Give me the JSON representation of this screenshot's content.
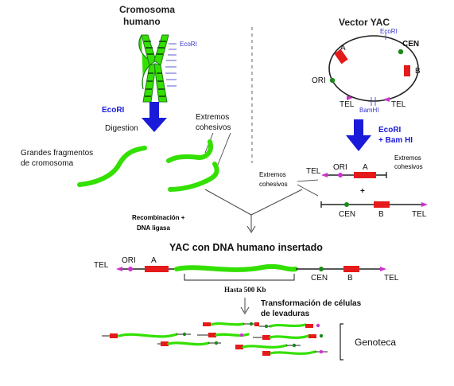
{
  "left": {
    "title_line1": "Cromosoma",
    "title_line2": "humano",
    "ecori_site": "EcoRI",
    "arrow_label": "EcoRI",
    "digestion": "Digestion",
    "fragments_line1": "Grandes fragmentos",
    "fragments_line2": "de cromosoma",
    "sticky_line1": "Extremos",
    "sticky_line2": "cohesivos"
  },
  "right": {
    "title": "Vector YAC",
    "ecori_site": "EcoRI",
    "bamhi_site": "BamHI",
    "label_a": "A",
    "label_cen": "CEN",
    "label_b": "B",
    "label_ori": "ORI",
    "label_tel_left": "TEL",
    "label_tel_right": "TEL",
    "arrow_line1": "EcoRI",
    "arrow_line2": "+ Bam HI",
    "arm1_tel": "TEL",
    "arm1_ori": "ORI",
    "arm1_a": "A",
    "plus": "+",
    "arm2_cen": "CEN",
    "arm2_b": "B",
    "arm2_tel": "TEL",
    "sticky_line1": "Extremos",
    "sticky_line2": "cohesivos"
  },
  "middle": {
    "sticky_line1": "Extremos",
    "sticky_line2": "cohesivos",
    "recomb_line1": "Recombinación +",
    "recomb_line2": "DNA ligasa"
  },
  "bottom": {
    "title": "YAC con DNA humano insertado",
    "tel_left": "TEL",
    "ori": "ORI",
    "a": "A",
    "cen": "CEN",
    "b": "B",
    "tel_right": "TEL",
    "size_label": "Hasta 500 Kb",
    "transform_line1": "Transformación de células",
    "transform_line2": "de levaduras",
    "library": "Genoteca"
  },
  "colors": {
    "green": "#33e000",
    "red": "#e51a1a",
    "blue_arrow": "#1a1ad9",
    "magenta": "#cc33cc",
    "dark_green_dot": "#1a8a1a"
  }
}
